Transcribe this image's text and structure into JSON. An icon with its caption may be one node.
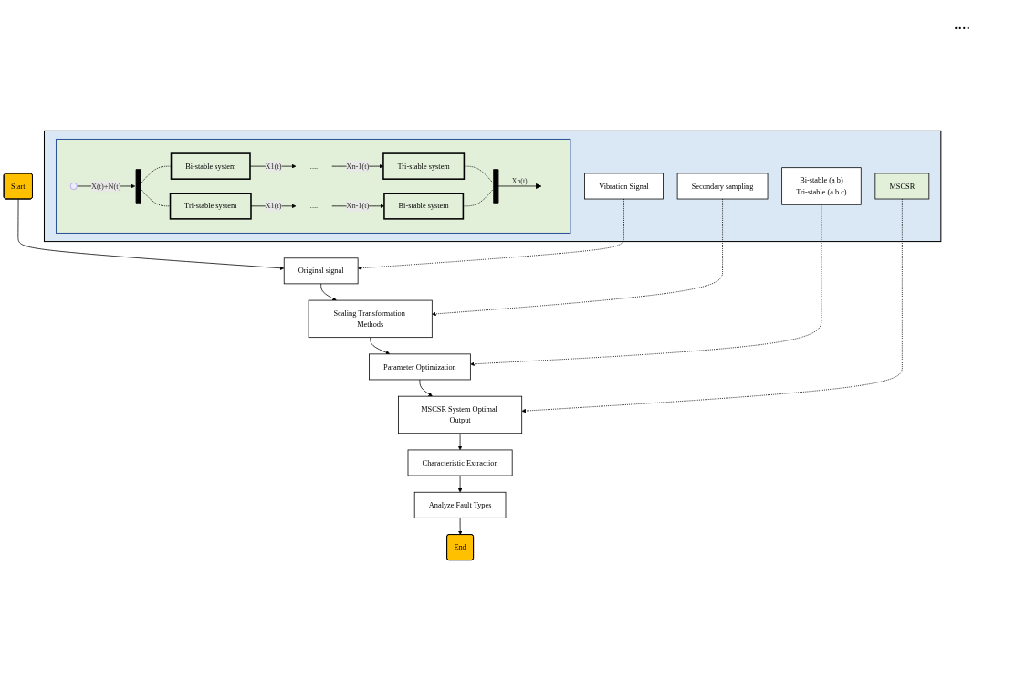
{
  "diagram": {
    "nodes": [
      {
        "text": [
          "Start"
        ]
      },
      {
        "text": [
          "Original signal"
        ]
      },
      {
        "text": [
          "Scaling Transformation Methods"
        ]
      },
      {
        "text": [
          "Parameter Optimization"
        ]
      },
      {
        "text": [
          "MSCSR System Optimal Output"
        ]
      },
      {
        "text": [
          "Characteristic Extraction"
        ]
      },
      {
        "text": [
          "Analyze Fault Types"
        ]
      },
      {
        "text": [
          "End"
        ]
      },
      {
        "text": [],
        "shape": "box"
      },
      {
        "text": [
          "Vibration Signal"
        ],
        "in": 8
      },
      {
        "text": [
          "Secondary sampling"
        ],
        "in": 8
      },
      {
        "text": [
          "Bi-stable (a b)",
          "Tri-stable (a b c)"
        ],
        "in": 8
      },
      {
        "text": [
          "MSCSR"
        ],
        "in": 8
      },
      {
        "text": [],
        "shape": "box",
        "in": 8
      },
      {
        "text": [],
        "shape": "bar",
        "in": 13
      },
      {
        "text": [
          "Bi-stable system"
        ],
        "in": 13
      },
      {
        "text": [
          "...."
        ],
        "in": 13
      },
      {
        "text": [
          "Tri-stable system"
        ],
        "in": 13
      },
      {
        "text": [
          "Tri-stable system"
        ],
        "in": 13
      },
      {
        "text": [
          "...."
        ],
        "in": 13
      },
      {
        "text": [
          "Bi-stable system"
        ],
        "in": 13
      },
      {
        "text": [],
        "shape": "bar",
        "in": 13
      }
    ],
    "edges": [
      {
        "from": 0,
        "to": 1,
        "arrow": "to"
      },
      {
        "from": 1,
        "to": 2,
        "arrow": "to"
      },
      {
        "from": 2,
        "to": 3,
        "arrow": "to"
      },
      {
        "from": 3,
        "to": 4,
        "arrow": "to"
      },
      {
        "from": 4,
        "to": 5,
        "arrow": "to"
      },
      {
        "from": 5,
        "to": 6,
        "arrow": "to"
      },
      {
        "from": 6,
        "to": 7,
        "arrow": "to"
      },
      {
        "from": 9,
        "to": 1,
        "arrow": "to",
        "style": "dashed"
      },
      {
        "from": 10,
        "to": 2,
        "arrow": "to",
        "style": "dashed"
      },
      {
        "from": 11,
        "to": 3,
        "arrow": "to",
        "style": "dashed"
      },
      {
        "from": 12,
        "to": 4,
        "arrow": "to",
        "style": "dashed"
      },
      {
        "from": null,
        "to": 14,
        "arrow": "to",
        "label": "X(t)+N(t)"
      },
      {
        "from": 14,
        "to": 15,
        "arrow": "none",
        "style": "dashed"
      },
      {
        "from": 14,
        "to": 18,
        "arrow": "none",
        "style": "dashed"
      },
      {
        "from": 15,
        "to": 16,
        "arrow": "to",
        "label": "X1(t)"
      },
      {
        "from": 16,
        "to": 17,
        "arrow": "to",
        "label": "Xn-1(t)"
      },
      {
        "from": 18,
        "to": 19,
        "arrow": "to",
        "label": "X1(t)"
      },
      {
        "from": 19,
        "to": 20,
        "arrow": "to",
        "label": "Xn-1(t)"
      },
      {
        "from": 17,
        "to": 21,
        "arrow": "none",
        "style": "dashed"
      },
      {
        "from": 20,
        "to": 21,
        "arrow": "none",
        "style": "dashed"
      },
      {
        "from": 21,
        "to": null,
        "arrow": "to",
        "label": "Xn(t)"
      }
    ],
    "labels": [
      "...."
    ]
  }
}
